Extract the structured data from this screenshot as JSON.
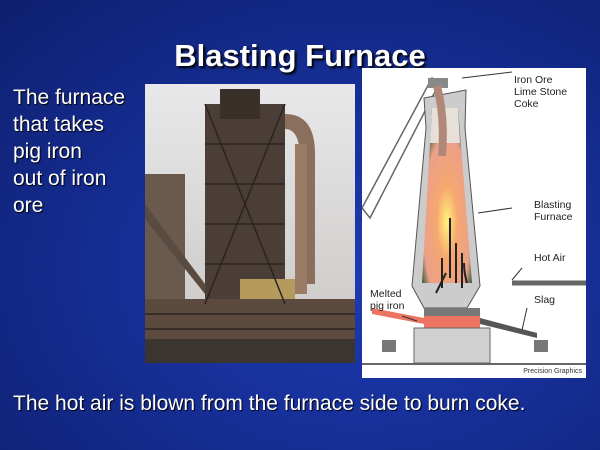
{
  "slide": {
    "title": "Blasting Furnace",
    "left_text": [
      "The furnace",
      "that takes",
      "pig iron",
      "out of iron",
      "ore"
    ],
    "bottom_text": "The hot air is blown from the furnace side to burn coke."
  },
  "diagram": {
    "labels": {
      "inputs": [
        "Iron Ore",
        "Lime Stone",
        "Coke"
      ],
      "furnace": [
        "Blasting",
        "Furnace"
      ],
      "hot_air": "Hot Air",
      "slag": "Slag",
      "melted": [
        "Melted",
        "pig iron"
      ]
    },
    "credit": "Precision Graphics"
  }
}
